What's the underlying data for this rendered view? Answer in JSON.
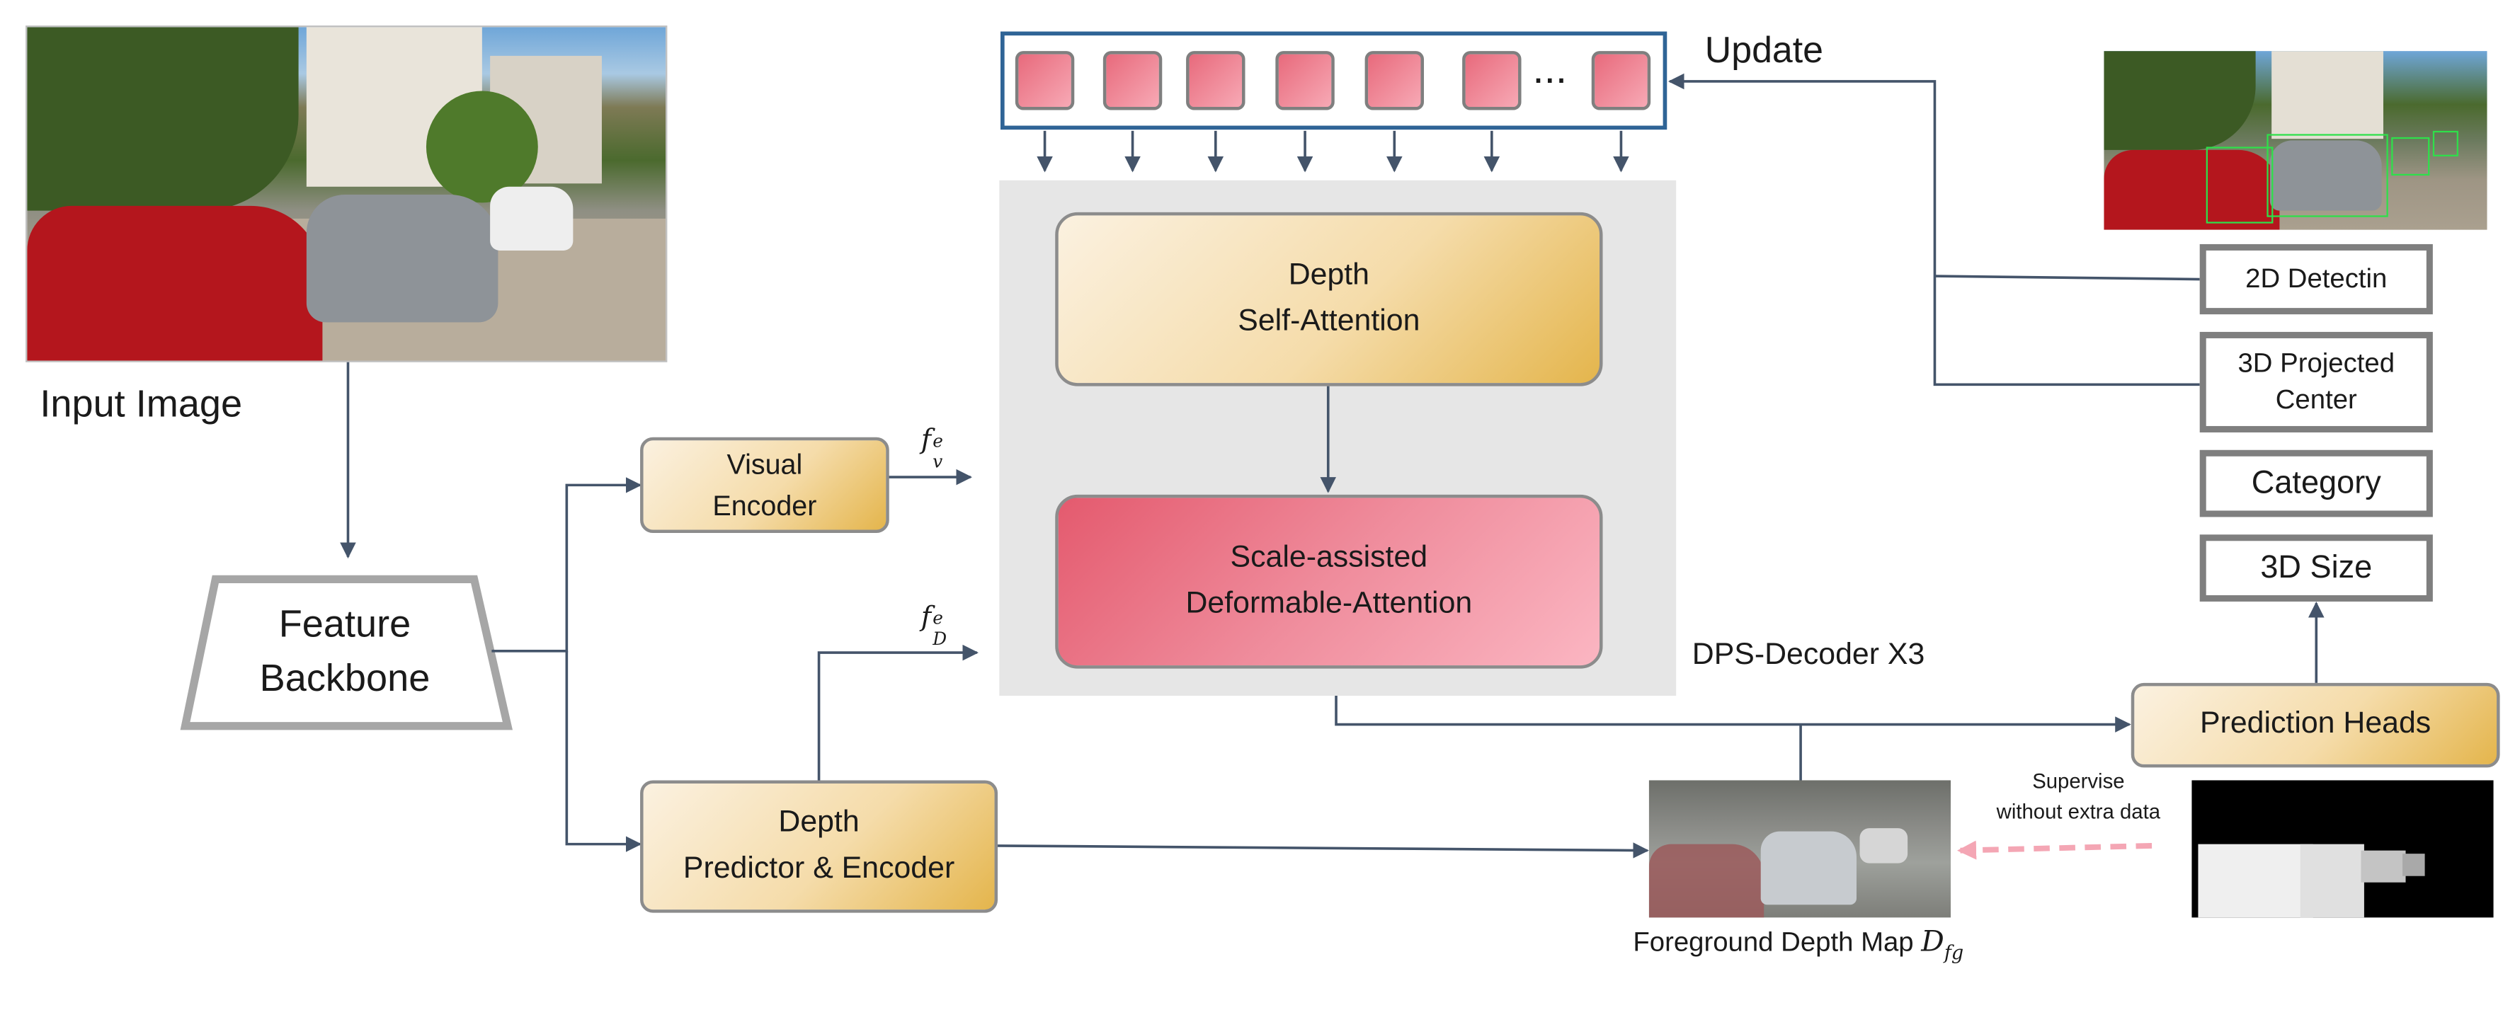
{
  "labels": {
    "input_image": "Input Image",
    "feature_backbone": "Feature\nBackbone",
    "visual_encoder": "Visual\nEncoder",
    "depth_predictor": "Depth\nPredictor & Encoder",
    "fv_main": "f",
    "fv_sub": "v",
    "fv_sup": "e",
    "fd_main": "f",
    "fd_sub": "D",
    "fd_sup": "e",
    "depth_self_attention": "Depth\nSelf-Attention",
    "scale_deformable": "Scale-assisted\nDeformable-Attention",
    "decoder": "DPS-Decoder X3",
    "update": "Update",
    "ellipsis": "...",
    "detect_2d": "2D Detectin",
    "projected_center": "3D Projected\nCenter",
    "category": "Category",
    "size_3d": "3D Size",
    "prediction_heads": "Prediction Heads",
    "supervise": "Supervise\nwithout extra data",
    "fg_depth_prefix": "Foreground Depth Map ",
    "fg_depth_main": "D",
    "fg_depth_sub": "fg"
  },
  "query_count": 7,
  "colors": {
    "arrow": "#44546a",
    "gold_light": "#fbf1e0",
    "gold_dark": "#e4b54c",
    "pink_dark": "#e45a6e",
    "pink_light": "#fbb6c2",
    "decoder_panel": "#e6e6e6",
    "query_border": "#2f6496",
    "supervise_arrow": "#f4a6b4"
  }
}
